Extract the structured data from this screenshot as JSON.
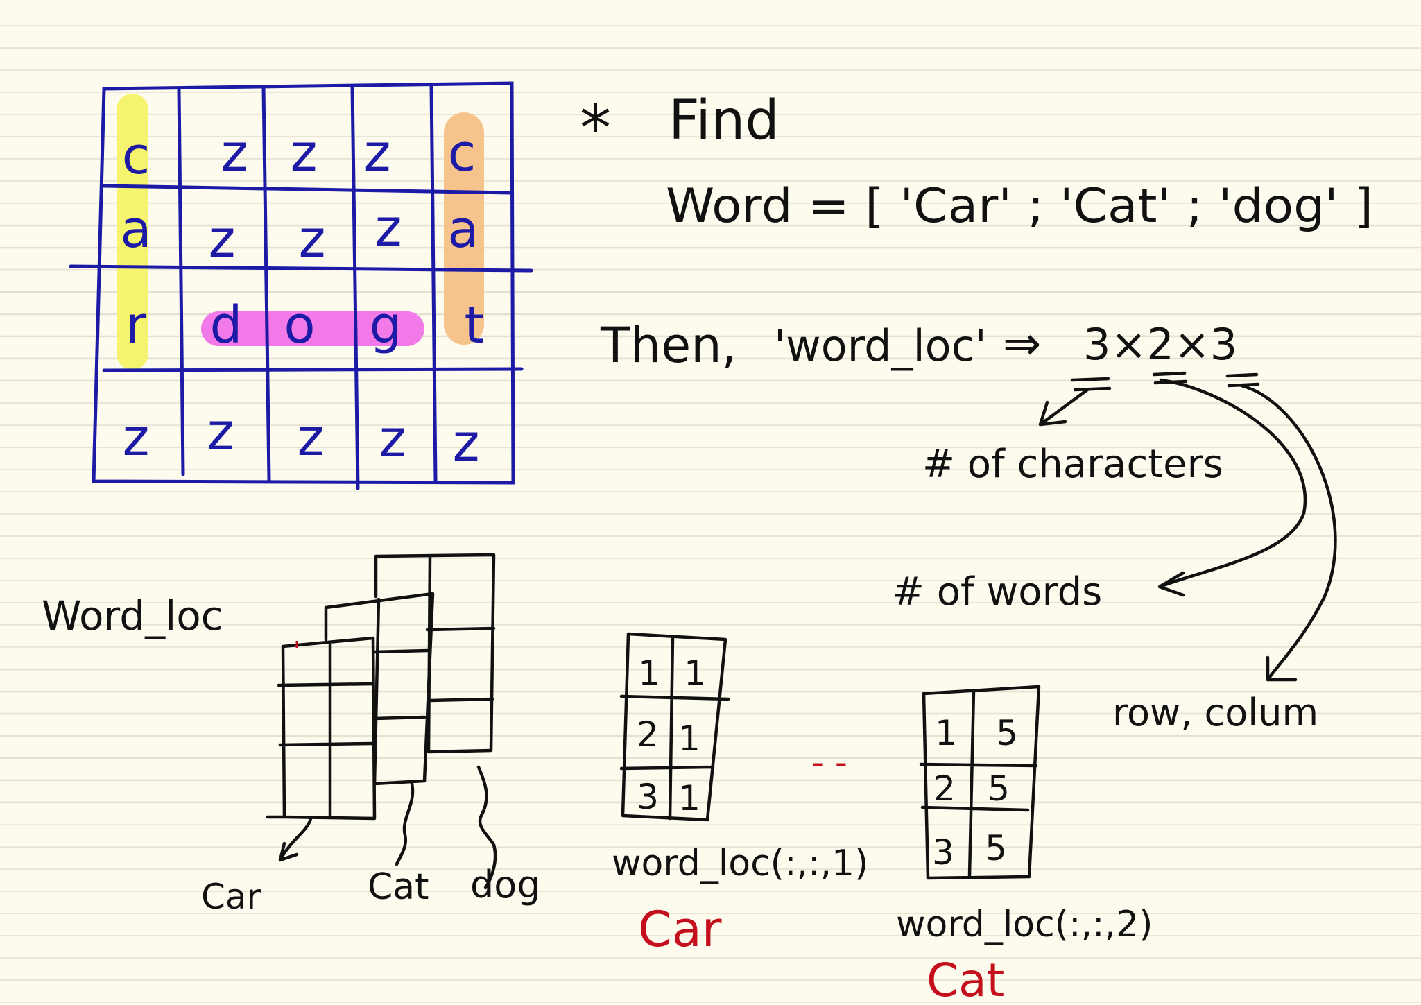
{
  "word_grid": {
    "rows": [
      [
        "c",
        "z",
        "z",
        "z",
        "c"
      ],
      [
        "a",
        "z",
        "z",
        "z",
        "a"
      ],
      [
        "r",
        "d",
        "o",
        "g",
        "t"
      ],
      [
        "z",
        "z",
        "z",
        "z",
        "z"
      ]
    ],
    "highlight_colors": {
      "car": "#f6f36e",
      "cat": "#f6c38c",
      "dog": "#f27ae8"
    }
  },
  "notes": {
    "find_bullet": "*",
    "find_label": "Find",
    "word_line": "Word = [ 'Car' ; 'Cat' ; 'dog' ]",
    "then_label": "Then,",
    "word_loc_quoted": "'word_loc'",
    "implies_arrow": "⇒",
    "dimensions": "3×2×3",
    "annotation_characters": "# of characters",
    "annotation_words": "# of words",
    "annotation_row_column": "row, colum"
  },
  "word_loc_diagram": {
    "label": "Word_loc",
    "page_labels": [
      "Car",
      "Cat",
      "dog"
    ]
  },
  "slice_car": {
    "cells": [
      [
        "1",
        "1"
      ],
      [
        "2",
        "1"
      ],
      [
        "3",
        "1"
      ]
    ],
    "caption": "word_loc(:,:,1)",
    "word": "Car"
  },
  "ellipsis": "- -",
  "slice_cat": {
    "cells": [
      [
        "1",
        "5"
      ],
      [
        "2",
        "5"
      ],
      [
        "3",
        "5"
      ]
    ],
    "caption": "word_loc(:,:,2)",
    "word": "Cat"
  },
  "colors": {
    "grid_ink": "#1d1ba6",
    "ink": "#111111",
    "red_ink": "#c4101c",
    "paper": "#fdfbee"
  }
}
